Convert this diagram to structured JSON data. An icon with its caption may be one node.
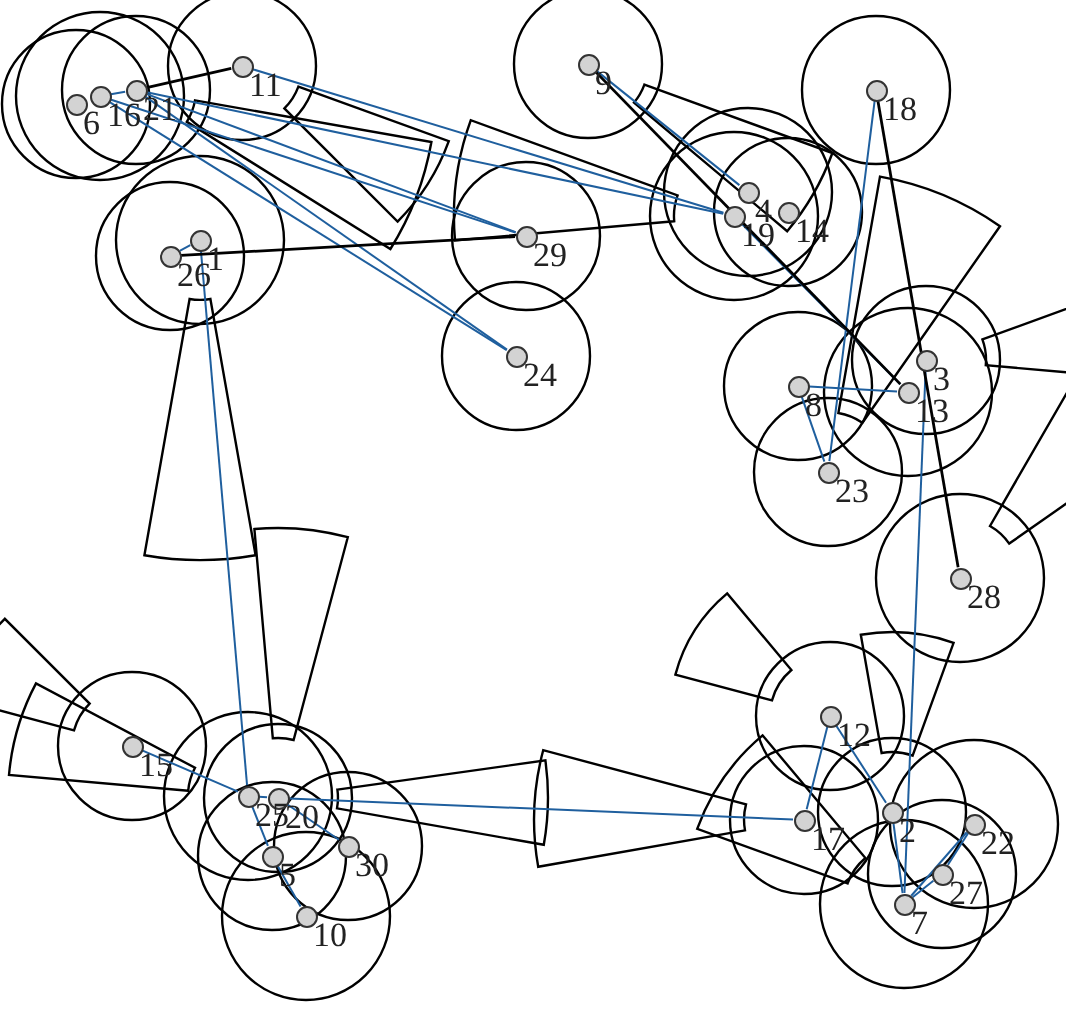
{
  "diagram": {
    "nodes": [
      {
        "text": [
          "1"
        ]
      },
      {
        "text": [
          "2"
        ]
      },
      {
        "text": [
          "3"
        ]
      },
      {
        "text": [
          "4"
        ]
      },
      {
        "text": [
          "5"
        ]
      },
      {
        "text": [
          "6"
        ]
      },
      {
        "text": [
          "7"
        ]
      },
      {
        "text": [
          "8"
        ]
      },
      {
        "text": [
          "9"
        ]
      },
      {
        "text": [
          "10"
        ]
      },
      {
        "text": [
          "11"
        ]
      },
      {
        "text": [
          "12"
        ]
      },
      {
        "text": [
          "13"
        ]
      },
      {
        "text": [
          "14"
        ]
      },
      {
        "text": [
          "15"
        ]
      },
      {
        "text": [
          "16"
        ]
      },
      {
        "text": [
          "17"
        ]
      },
      {
        "text": [
          "18"
        ]
      },
      {
        "text": [
          "19"
        ]
      },
      {
        "text": [
          "20"
        ]
      },
      {
        "text": [
          "21"
        ]
      },
      {
        "text": [
          "22"
        ]
      },
      {
        "text": [
          "23"
        ]
      },
      {
        "text": [
          "24"
        ]
      },
      {
        "text": [
          "25"
        ]
      },
      {
        "text": [
          "26"
        ]
      },
      {
        "text": [
          "27"
        ]
      },
      {
        "text": [
          "28"
        ]
      },
      {
        "text": [
          "29"
        ]
      },
      {
        "text": [
          "30"
        ]
      }
    ],
    "edges": [
      {
        "from": 10,
        "to": 18,
        "arrow": "none"
      },
      {
        "from": 20,
        "to": 18,
        "arrow": "none"
      },
      {
        "from": 15,
        "to": 28,
        "arrow": "none"
      },
      {
        "from": 20,
        "to": 28,
        "arrow": "none"
      },
      {
        "from": 15,
        "to": 23,
        "arrow": "none"
      },
      {
        "from": 20,
        "to": 23,
        "arrow": "none"
      },
      {
        "from": 15,
        "to": 20,
        "arrow": "none"
      },
      {
        "from": 25,
        "to": 0,
        "arrow": "none"
      },
      {
        "from": 0,
        "to": 24,
        "arrow": "none"
      },
      {
        "from": 8,
        "to": 3,
        "arrow": "none"
      },
      {
        "from": 18,
        "to": 12,
        "arrow": "none"
      },
      {
        "from": 17,
        "to": 22,
        "arrow": "none"
      },
      {
        "from": 7,
        "to": 12,
        "arrow": "none"
      },
      {
        "from": 7,
        "to": 22,
        "arrow": "none"
      },
      {
        "from": 2,
        "to": 6,
        "arrow": "none"
      },
      {
        "from": 11,
        "to": 16,
        "arrow": "none"
      },
      {
        "from": 11,
        "to": 1,
        "arrow": "none"
      },
      {
        "from": 1,
        "to": 6,
        "arrow": "none"
      },
      {
        "from": 6,
        "to": 21,
        "arrow": "none"
      },
      {
        "from": 6,
        "to": 26,
        "arrow": "none"
      },
      {
        "from": 26,
        "to": 21,
        "arrow": "none"
      },
      {
        "from": 16,
        "to": 19,
        "arrow": "none"
      },
      {
        "from": 14,
        "to": 24,
        "arrow": "none"
      },
      {
        "from": 24,
        "to": 19,
        "arrow": "none"
      },
      {
        "from": 24,
        "to": 4,
        "arrow": "none"
      },
      {
        "from": 19,
        "to": 29,
        "arrow": "none"
      },
      {
        "from": 4,
        "to": 9,
        "arrow": "none"
      },
      {
        "from": 25,
        "to": 28,
        "arrow": "none",
        "color": "#000000"
      },
      {
        "from": 17,
        "to": 27,
        "arrow": "none",
        "color": "#000000"
      },
      {
        "from": 8,
        "to": 12,
        "arrow": "none",
        "color": "#000000"
      },
      {
        "from": 20,
        "to": 10,
        "arrow": "none",
        "color": "#000000"
      }
    ]
  }
}
